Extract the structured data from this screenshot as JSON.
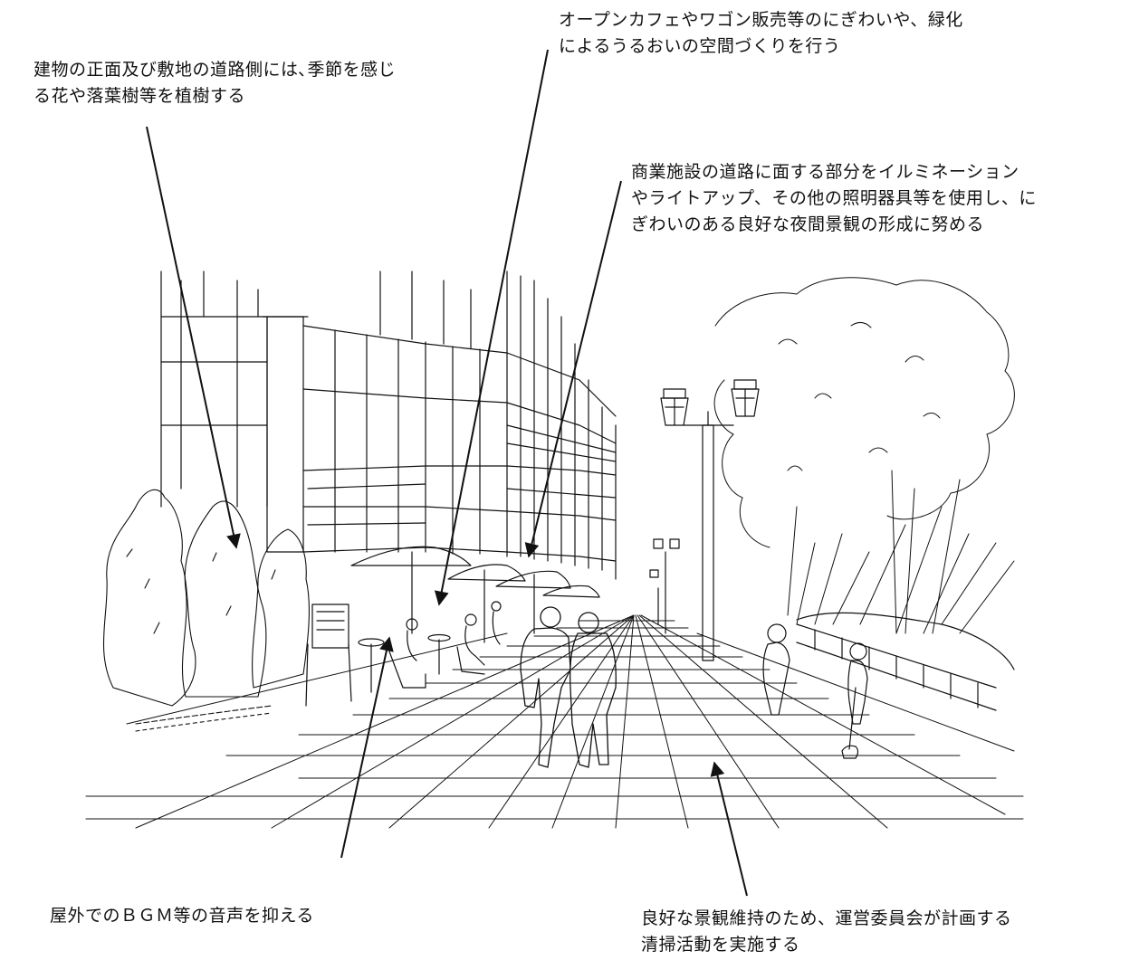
{
  "annotations": {
    "top_left": "建物の正面及び敷地の道路側には､季節を感じ\nる花や落葉樹等を植樹する",
    "top_center": "オープンカフェやワゴン販売等のにぎわいや、緑化\nによるうるおいの空間づくりを行う",
    "right": "商業施設の道路に面する部分をイルミネーション\nやライトアップ、その他の照明器具等を使用し、に\nぎわいのある良好な夜間景観の形成に努める",
    "bottom_left": "屋外でのＢＧＭ等の音声を抑える",
    "bottom_right": "良好な景観維持のため、運営委員会が計画する\n清掃活動を実施する"
  },
  "illustration": {
    "subject": "street-scene-sketch",
    "line_color": "#111111",
    "background": "#ffffff"
  }
}
